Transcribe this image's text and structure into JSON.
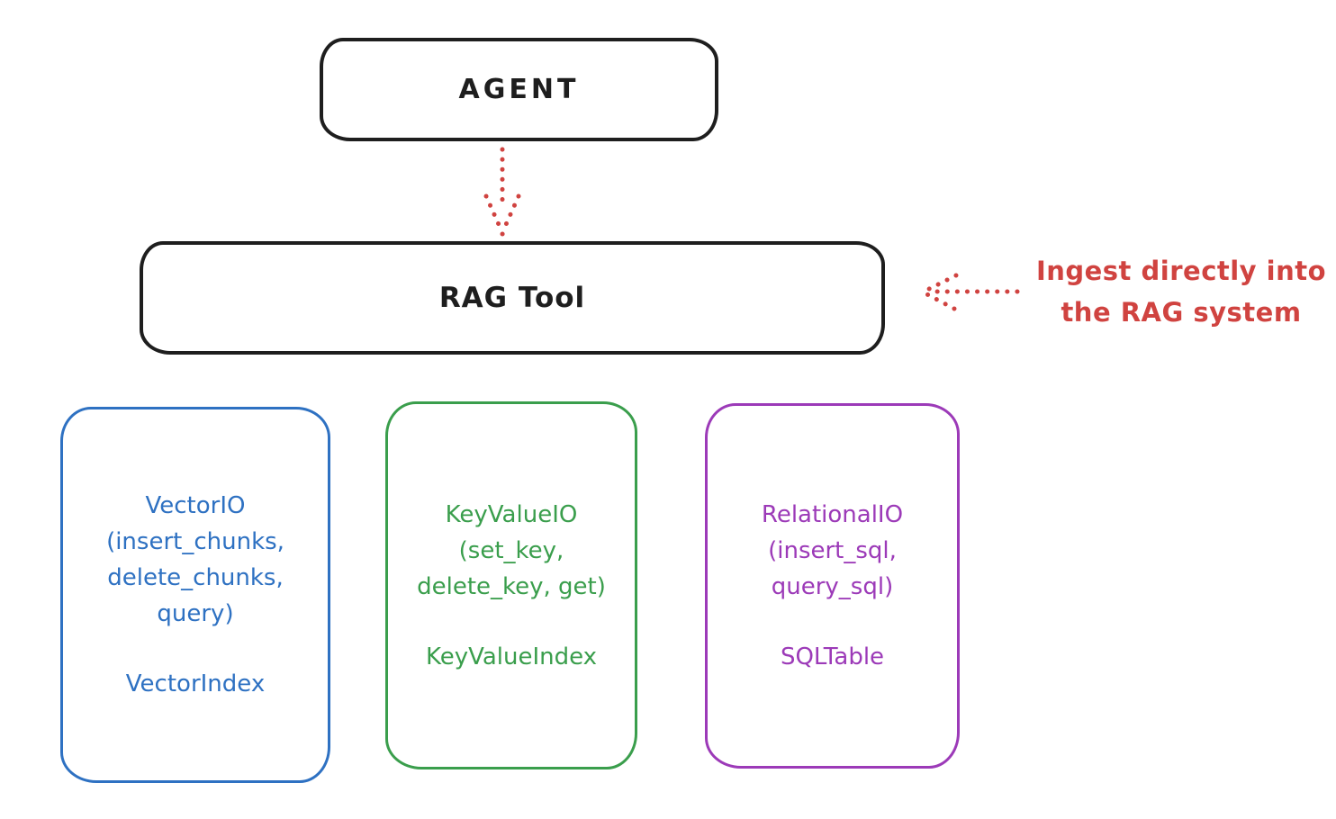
{
  "diagram": {
    "agent": {
      "label": "AGENT"
    },
    "rag_tool": {
      "label": "RAG Tool"
    },
    "annotation": {
      "line1": "Ingest directly into",
      "line2": "the RAG system"
    },
    "io_boxes": [
      {
        "name": "VectorIO",
        "lines": [
          "VectorIO",
          "(insert_chunks,",
          "delete_chunks,",
          "query)"
        ],
        "index_label": "VectorIndex",
        "color": "#2e71c2"
      },
      {
        "name": "KeyValueIO",
        "lines": [
          "KeyValueIO",
          "(set_key,",
          "delete_key, get)"
        ],
        "index_label": "KeyValueIndex",
        "color": "#3a9e4c"
      },
      {
        "name": "RelationalIO",
        "lines": [
          "RelationalIO",
          "(insert_sql,",
          "query_sql)"
        ],
        "index_label": "SQLTable",
        "color": "#9c3ab8"
      }
    ],
    "arrows": [
      {
        "name": "agent-to-rag-tool",
        "style": "dotted",
        "direction": "down",
        "color": "#d04340"
      },
      {
        "name": "ingest-into-rag-tool",
        "style": "dotted",
        "direction": "left",
        "color": "#d04340"
      }
    ],
    "colors": {
      "stroke": "#1e1e1e",
      "red": "#d04340",
      "blue": "#2e71c2",
      "green": "#3a9e4c",
      "purple": "#9c3ab8",
      "background": "#ffffff"
    }
  }
}
